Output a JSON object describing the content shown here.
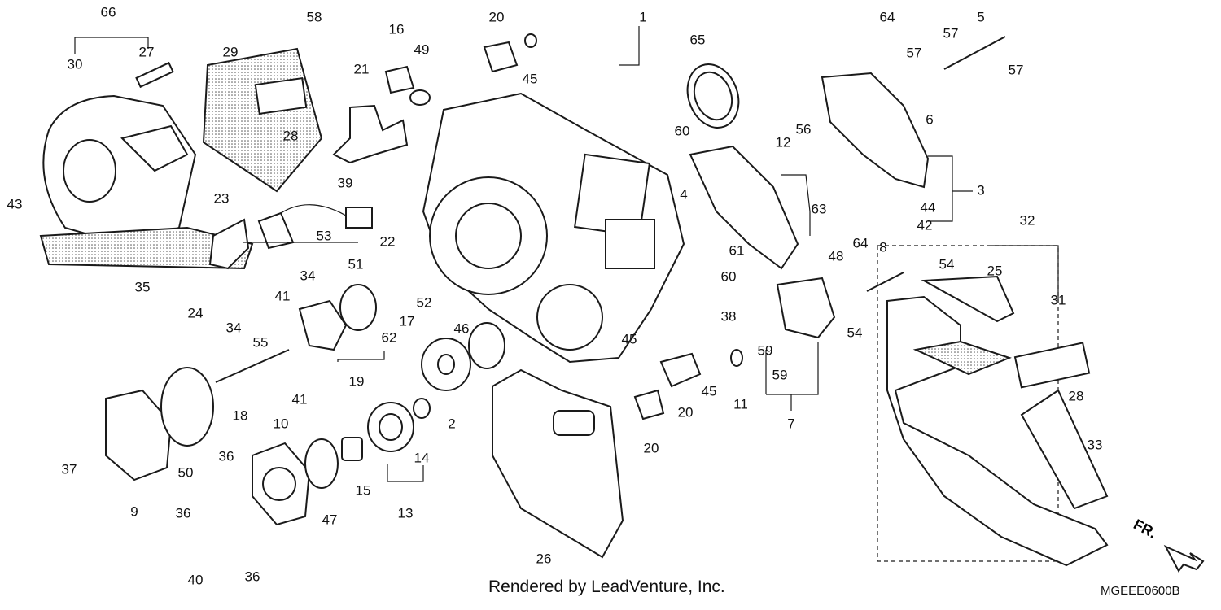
{
  "callouts": [
    "1",
    "2",
    "3",
    "4",
    "5",
    "6",
    "7",
    "8",
    "9",
    "10",
    "11",
    "12",
    "13",
    "14",
    "15",
    "16",
    "17",
    "18",
    "19",
    "20",
    "20",
    "20",
    "20",
    "21",
    "22",
    "23",
    "24",
    "25",
    "26",
    "27",
    "28",
    "28",
    "29",
    "30",
    "31",
    "32",
    "33",
    "34",
    "34",
    "35",
    "36",
    "36",
    "36",
    "37",
    "38",
    "39",
    "40",
    "41",
    "41",
    "42",
    "43",
    "44",
    "45",
    "45",
    "45",
    "46",
    "47",
    "48",
    "49",
    "50",
    "51",
    "52",
    "53",
    "54",
    "54",
    "55",
    "56",
    "57",
    "57",
    "57",
    "58",
    "59",
    "59",
    "60",
    "60",
    "61",
    "62",
    "63",
    "64",
    "64",
    "65",
    "66"
  ],
  "footer": {
    "credit": "Rendered by LeadVenture, Inc.",
    "code": "MGEEE0600B"
  },
  "direction": {
    "label": "FR."
  },
  "colors": {
    "line": "#1a1a1a",
    "background": "#ffffff"
  }
}
